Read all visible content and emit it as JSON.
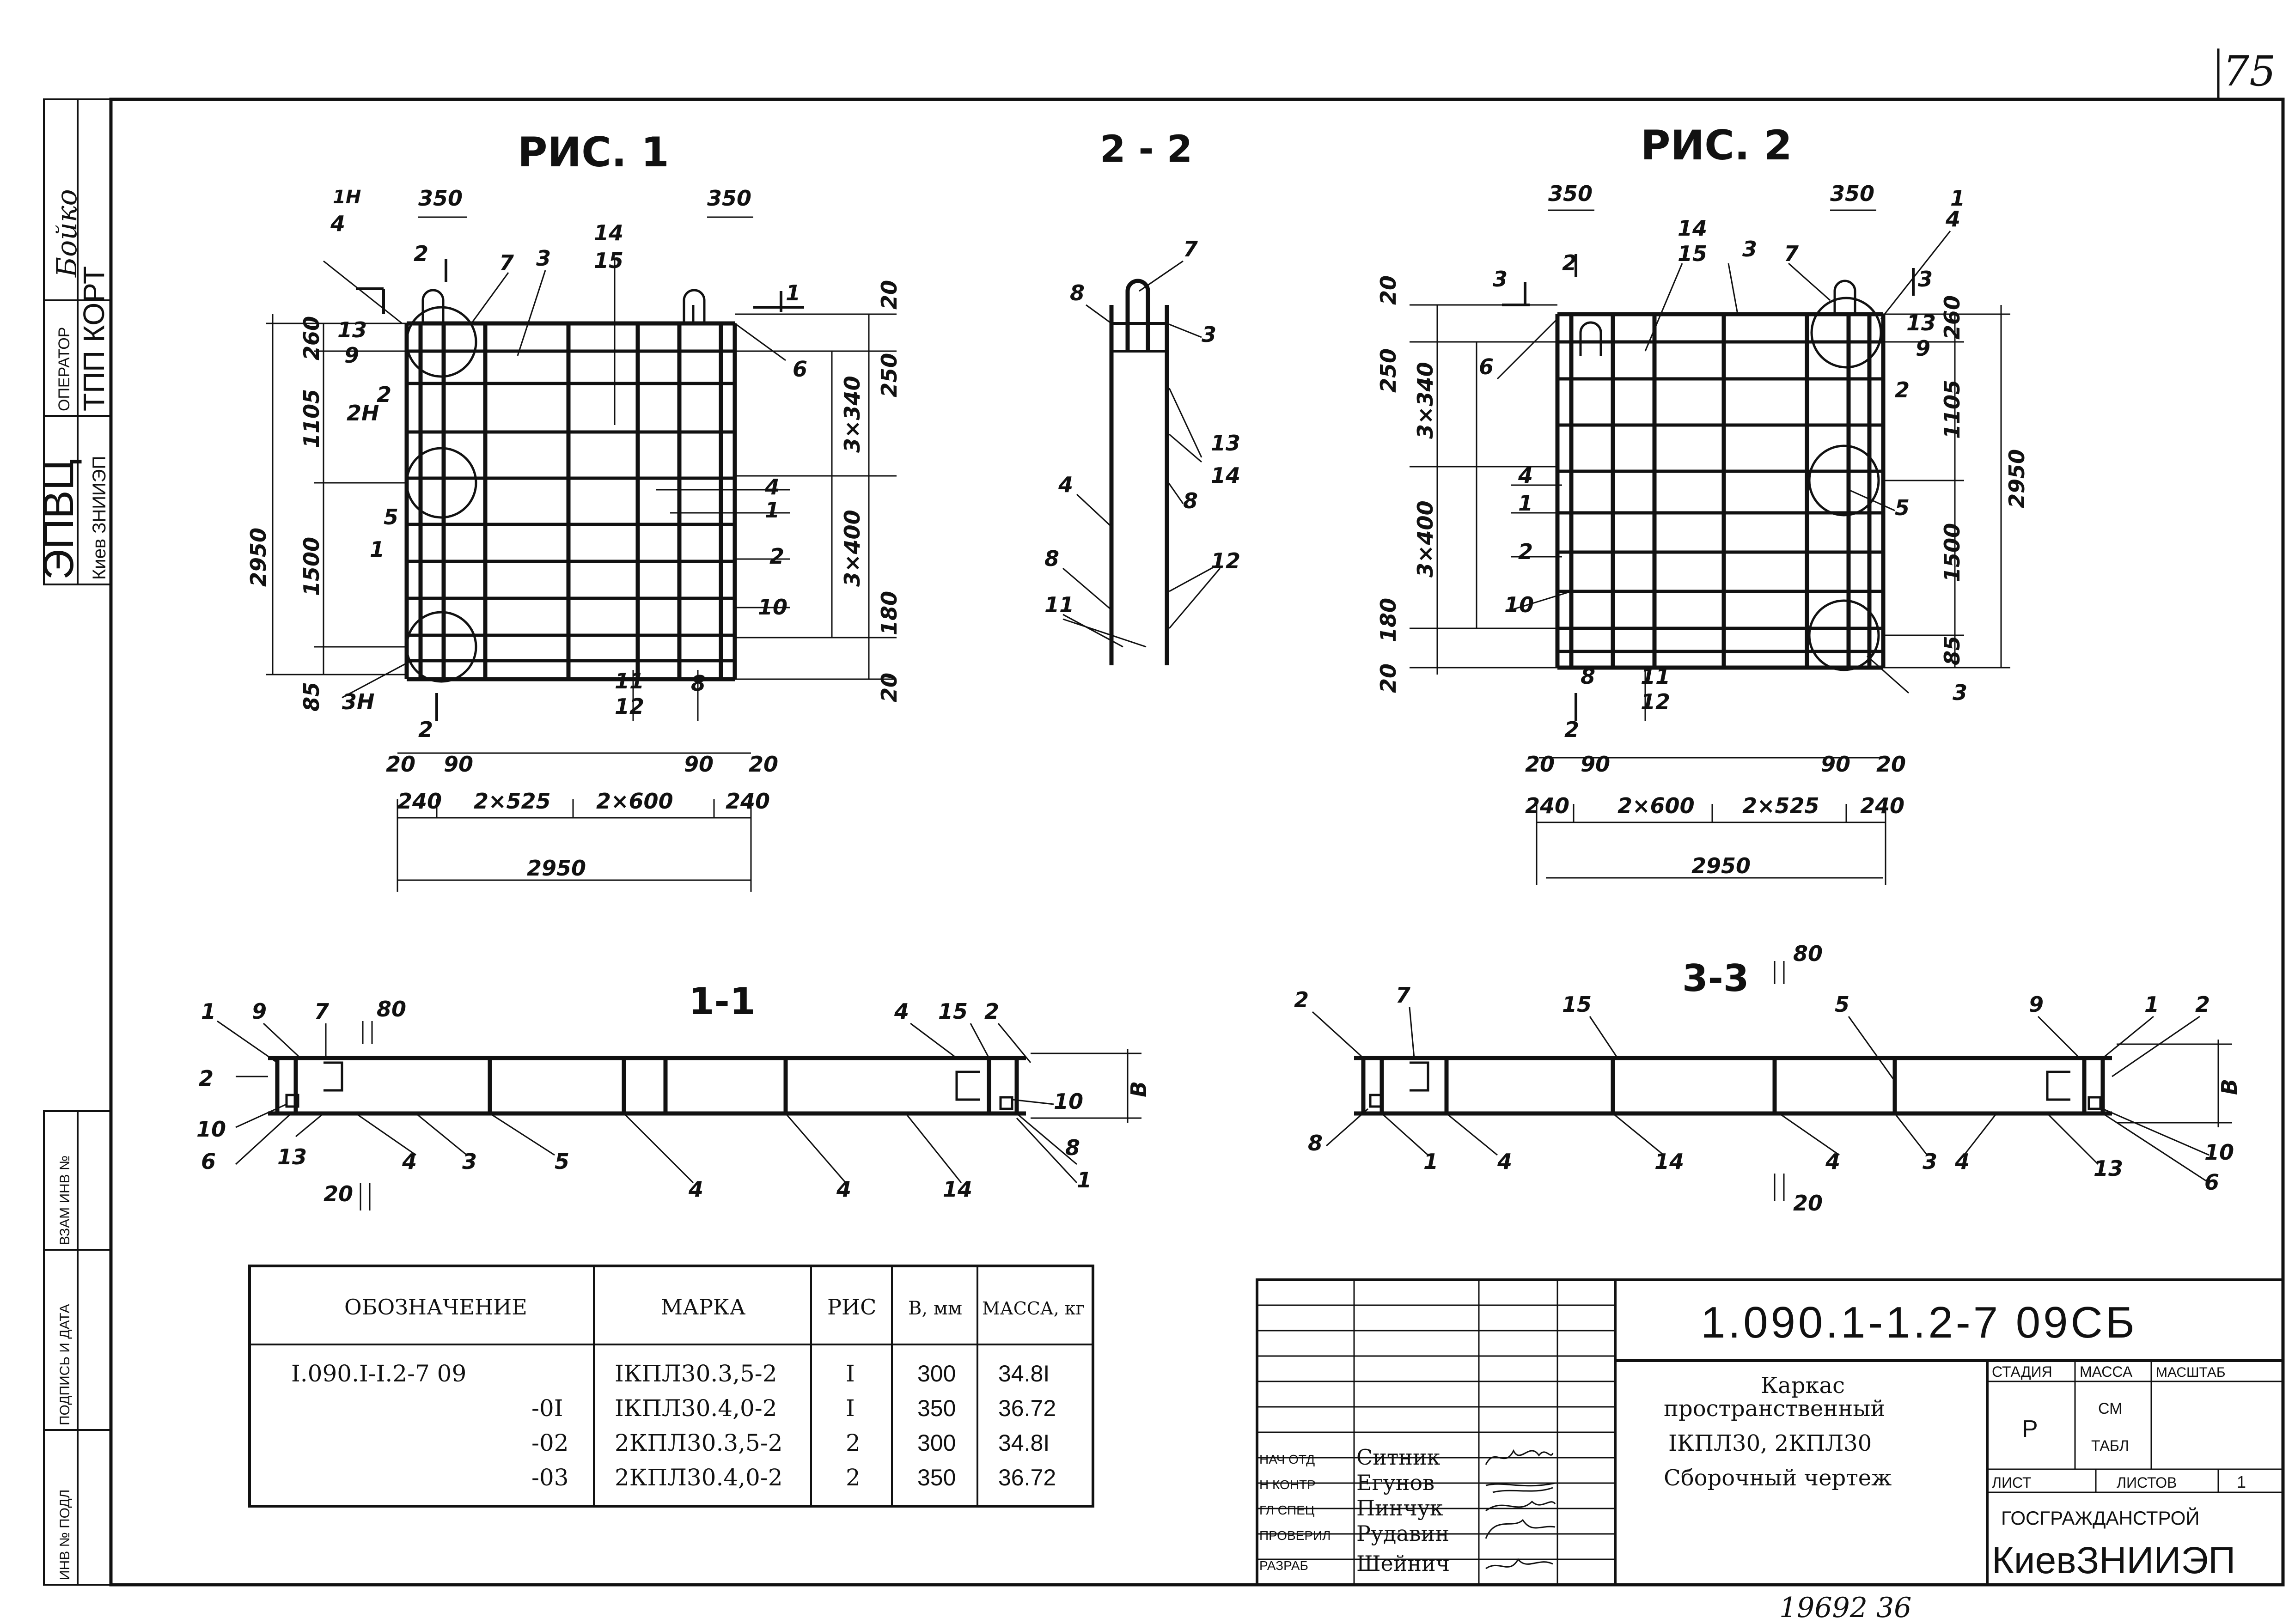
{
  "corner_number": "75",
  "bottom_number": "19692 36",
  "side_stamp": {
    "org_big": "ЭПВЦ",
    "org_small": "Киев ЗНИИЭП",
    "operator_label": "ОПЕРАТОР",
    "operator_value": "ТПП КОРТ",
    "operator_name": "Бойко",
    "vzam": "ВЗАМ ИНВ №",
    "podpis": "ПОДПИСЬ И ДАТА",
    "inv": "ИНВ № ПОДЛ"
  },
  "views": {
    "fig1": "РИС. 1",
    "fig2": "РИС. 2",
    "sec22": "2 - 2",
    "sec11": "1-1",
    "sec33": "3-3"
  },
  "fig1": {
    "top_dims": [
      "350",
      "350"
    ],
    "bottom_dims": [
      "240",
      "2×525",
      "2×600",
      "240"
    ],
    "small_dims": [
      "20",
      "90",
      "90",
      "20"
    ],
    "overall": "2950",
    "left_dims": [
      "2950",
      "260",
      "1105",
      "1500",
      "85"
    ],
    "right_dims": [
      "20",
      "250",
      "3×340",
      "3×400",
      "180",
      "20"
    ],
    "labels": [
      "1Н",
      "4",
      "2",
      "7",
      "3",
      "14",
      "15",
      "1",
      "13",
      "9",
      "2",
      "2Н",
      "5",
      "1",
      "6",
      "4",
      "1",
      "2",
      "10",
      "11",
      "12",
      "8",
      "3Н",
      "2"
    ]
  },
  "fig2": {
    "top_dims": [
      "350",
      "350"
    ],
    "bottom_dims": [
      "240",
      "2×600",
      "2×525",
      "240"
    ],
    "small_dims": [
      "20",
      "90",
      "90",
      "20"
    ],
    "overall": "2950",
    "left_dims": [
      "20",
      "250",
      "3×340",
      "3×400",
      "180",
      "20"
    ],
    "right_dims": [
      "2950",
      "260",
      "1105",
      "1500",
      "85"
    ],
    "labels": [
      "3",
      "2",
      "14",
      "15",
      "3",
      "7",
      "1",
      "4",
      "3",
      "13",
      "9",
      "6",
      "2",
      "4",
      "1",
      "2",
      "10",
      "5",
      "8",
      "11",
      "12",
      "3",
      "2"
    ]
  },
  "sec22": {
    "labels": [
      "7",
      "8",
      "3",
      "13",
      "14",
      "4",
      "8",
      "8",
      "11",
      "12"
    ]
  },
  "sec11": {
    "labels": [
      "1",
      "9",
      "7",
      "80",
      "2",
      "10",
      "6",
      "13",
      "4",
      "3",
      "5",
      "4",
      "4",
      "14",
      "4",
      "15",
      "2",
      "10",
      "8",
      "1",
      "20"
    ],
    "height": "В"
  },
  "sec33": {
    "labels": [
      "2",
      "7",
      "15",
      "5",
      "80",
      "9",
      "1",
      "2",
      "8",
      "1",
      "4",
      "14",
      "4",
      "3",
      "4",
      "13",
      "10",
      "6",
      "20"
    ],
    "height": "В"
  },
  "spec_table": {
    "headers": [
      "ОБОЗНАЧЕНИЕ",
      "МАРКА",
      "РИС",
      "В, мм",
      "МАССА, кг"
    ],
    "rows": [
      {
        "code": "I.090.I-I.2-7 09",
        "mark": "IКПЛ30.3,5-2",
        "fig": "I",
        "b": "300",
        "mass": "34.8I"
      },
      {
        "code": "-0I",
        "mark": "IКПЛ30.4,0-2",
        "fig": "I",
        "b": "350",
        "mass": "36.72"
      },
      {
        "code": "-02",
        "mark": "2КПЛ30.3,5-2",
        "fig": "2",
        "b": "300",
        "mass": "34.8I"
      },
      {
        "code": "-03",
        "mark": "2КПЛ30.4,0-2",
        "fig": "2",
        "b": "350",
        "mass": "36.72"
      }
    ]
  },
  "title_block": {
    "doc_code": "1.090.1-1.2-7 09СБ",
    "title_lines": [
      "Каркас",
      "пространственный",
      "IКПЛ30, 2КПЛ30",
      "Сборочный чертеж"
    ],
    "stage_label": "СТАДИЯ",
    "mass_label": "МАССА",
    "scale_label": "МАСШТАБ",
    "stage": "Р",
    "mass_note_1": "СМ",
    "mass_note_2": "ТАБЛ",
    "sheet_label": "ЛИСТ",
    "sheets_label": "ЛИСТОВ",
    "sheets": "1",
    "org_line1": "ГОСГРАЖДАНСТРОЙ",
    "org_line2": "КиевЗНИИЭП",
    "people": [
      {
        "role": "НАЧ ОТД",
        "name": "Ситник"
      },
      {
        "role": "Н КОНТР",
        "name": "Егунов"
      },
      {
        "role": "ГЛ СПЕЦ",
        "name": "Пинчук"
      },
      {
        "role": "ПРОВЕРИЛ",
        "name": "Рудавин"
      },
      {
        "role": "РАЗРАБ",
        "name": "Шейнич"
      }
    ]
  }
}
